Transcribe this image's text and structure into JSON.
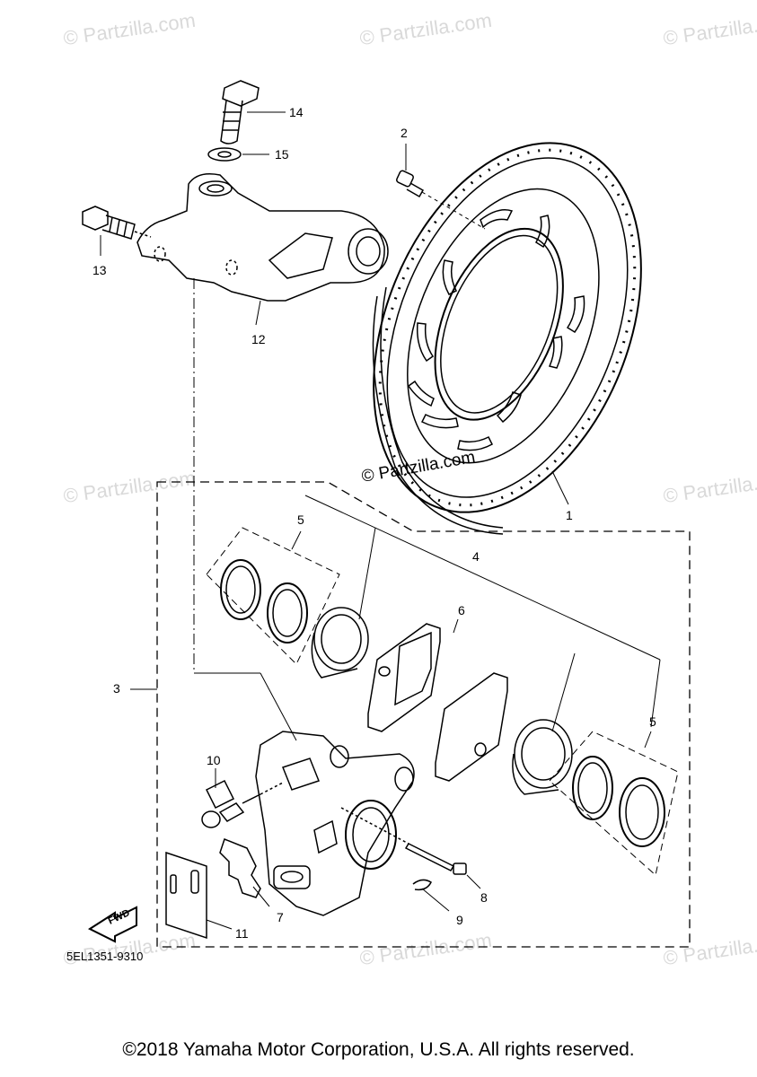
{
  "watermark": "© Partzilla.com",
  "center_watermark": "© Partzilla.com",
  "callouts": {
    "c1": "1",
    "c2": "2",
    "c3": "3",
    "c4": "4",
    "c5a": "5",
    "c5b": "5",
    "c6": "6",
    "c7": "7",
    "c8": "8",
    "c9": "9",
    "c10": "10",
    "c11": "11",
    "c12": "12",
    "c13": "13",
    "c14": "14",
    "c15": "15"
  },
  "fwd_label": "FWD",
  "part_code": "5EL1351-9310",
  "copyright": "©2018 Yamaha Motor Corporation, U.S.A. All rights reserved."
}
